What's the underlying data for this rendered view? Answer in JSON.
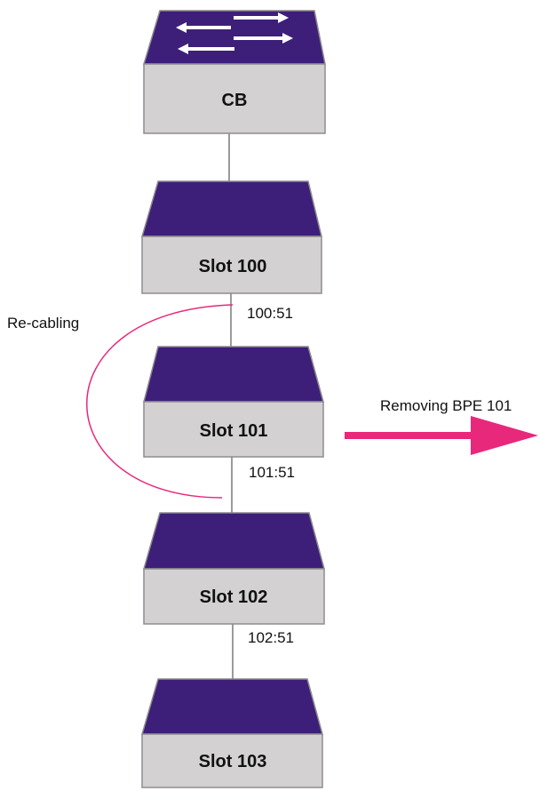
{
  "colors": {
    "top": "#3d1f7a",
    "body": "#d3d1d2",
    "edge": "#8e8c8e",
    "link": "#9c9a9c",
    "accent": "#e8287b"
  },
  "devices": {
    "cb": {
      "label": "CB",
      "icon": "switch-arrows-icon"
    },
    "slot100": {
      "label": "Slot 100"
    },
    "slot101": {
      "label": "Slot 101"
    },
    "slot102": {
      "label": "Slot 102"
    },
    "slot103": {
      "label": "Slot 103"
    }
  },
  "ports": {
    "p100": "100:51",
    "p101": "101:51",
    "p102": "102:51"
  },
  "annotations": {
    "recabling": "Re-cabling",
    "removing": "Removing BPE 101"
  }
}
